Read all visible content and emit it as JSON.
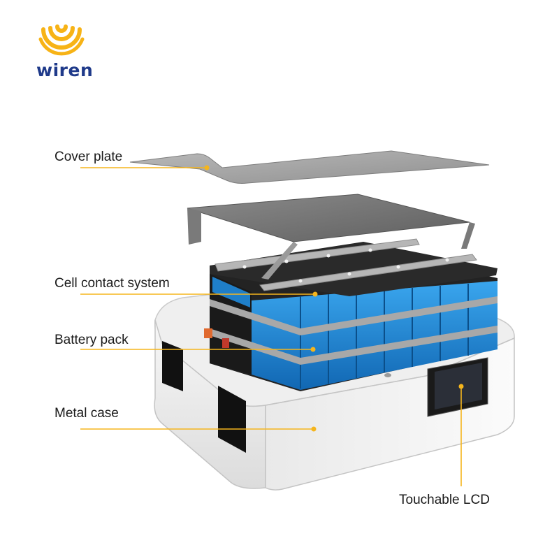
{
  "brand": {
    "name": "wiren",
    "text_color": "#1f3a8a",
    "icon": "wifi-signal-logo-icon",
    "icon_color": "#f7b316"
  },
  "callouts": [
    {
      "id": "cover",
      "label": "Cover plate"
    },
    {
      "id": "contact",
      "label": "Cell contact system"
    },
    {
      "id": "pack",
      "label": "Battery pack"
    },
    {
      "id": "case",
      "label": "Metal case"
    },
    {
      "id": "lcd",
      "label": "Touchable LCD"
    }
  ],
  "colors": {
    "leader_line": "#f5b51d",
    "cell_blue": "#1e8ad6",
    "cover_gray": "#a4a4a4",
    "case_white": "#f2f2f2",
    "module_black": "#232323"
  }
}
